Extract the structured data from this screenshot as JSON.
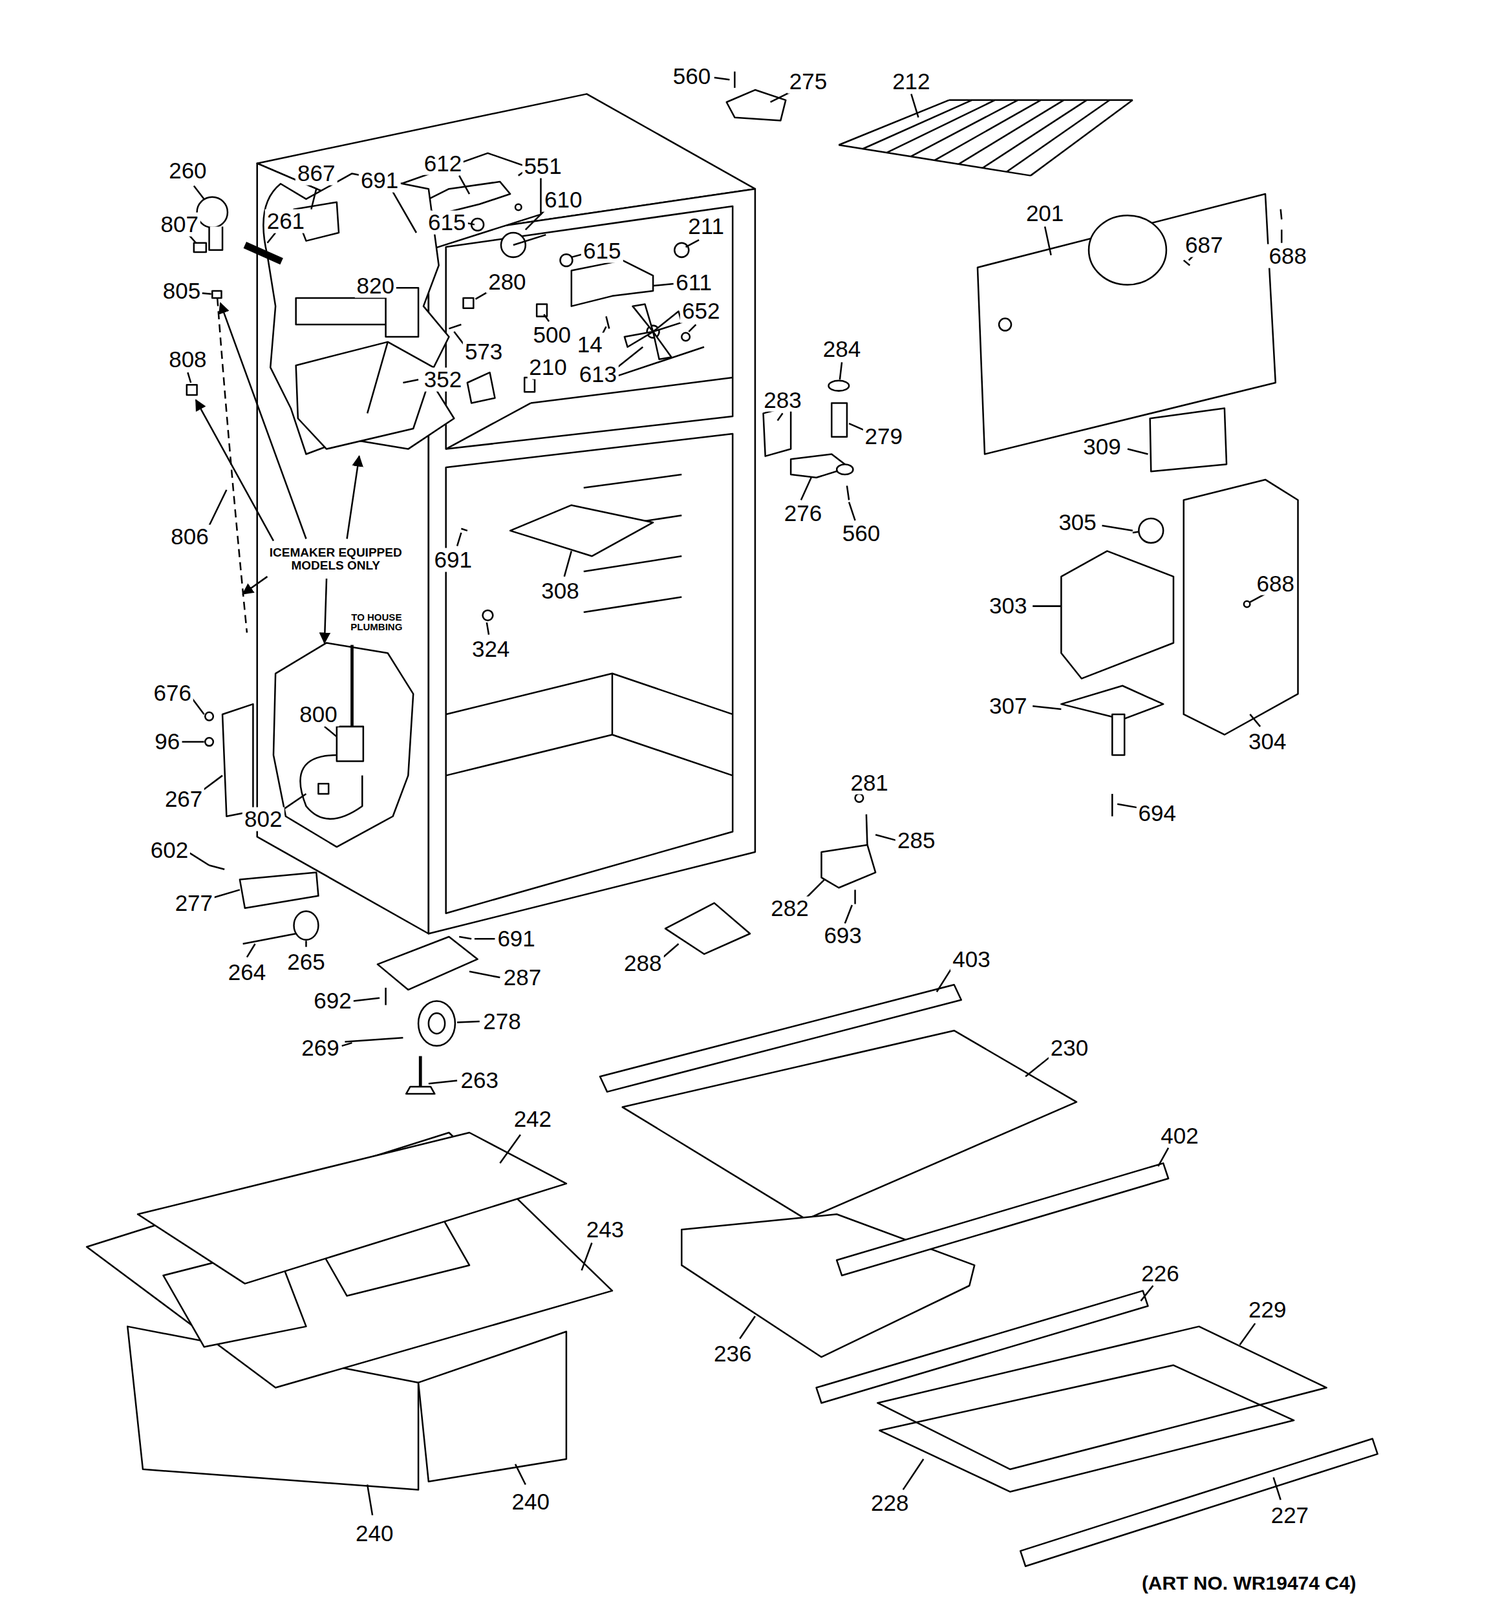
{
  "diagram": {
    "labels": [
      "560",
      "275",
      "212",
      "260",
      "867",
      "691",
      "612",
      "551",
      "610",
      "211",
      "615",
      "615",
      "807",
      "261",
      "280",
      "611",
      "805",
      "820",
      "652",
      "573",
      "500",
      "14",
      "613",
      "808",
      "352",
      "210",
      "201",
      "687",
      "688",
      "284",
      "279",
      "283",
      "309",
      "276",
      "560",
      "305",
      "691",
      "308",
      "806",
      "ICEMAKER EQUIPPED MODELS ONLY",
      "688",
      "303",
      "324",
      "TO HOUSE PLUMBING",
      "676",
      "800",
      "96",
      "307",
      "304",
      "267",
      "802",
      "694",
      "281",
      "285",
      "602",
      "282",
      "693",
      "277",
      "691",
      "288",
      "403",
      "264",
      "265",
      "692",
      "287",
      "278",
      "230",
      "269",
      "263",
      "242",
      "402",
      "243",
      "226",
      "229",
      "236",
      "240",
      "240",
      "228",
      "227",
      "(ART NO. WR19474 C4)"
    ]
  }
}
